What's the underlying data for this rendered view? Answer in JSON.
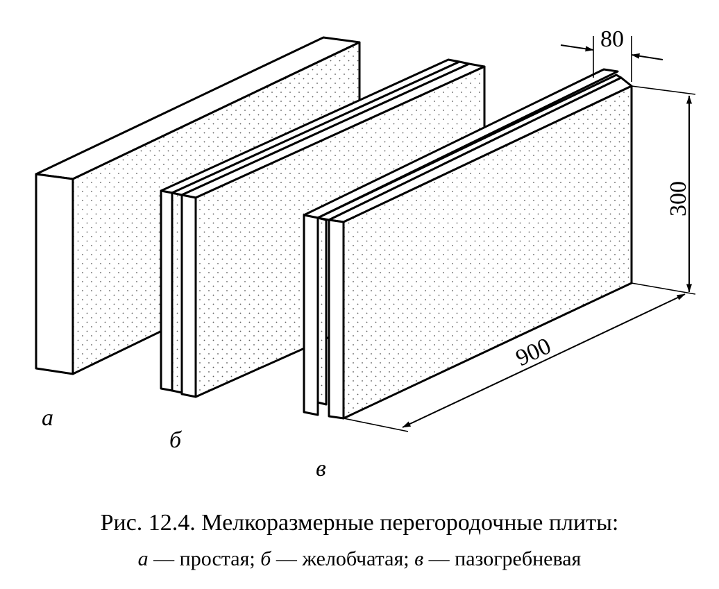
{
  "figure": {
    "panels": [
      {
        "letter": "а",
        "type_name": "простая"
      },
      {
        "letter": "б",
        "type_name": "желобчатая"
      },
      {
        "letter": "в",
        "type_name": "пазогребневая"
      }
    ],
    "dimensions": {
      "thickness": "80",
      "height": "300",
      "length": "900"
    }
  },
  "caption": {
    "line1": "Рис. 12.4. Мелкоразмерные перегородочные плиты:",
    "dash": "—",
    "separator": ";"
  }
}
